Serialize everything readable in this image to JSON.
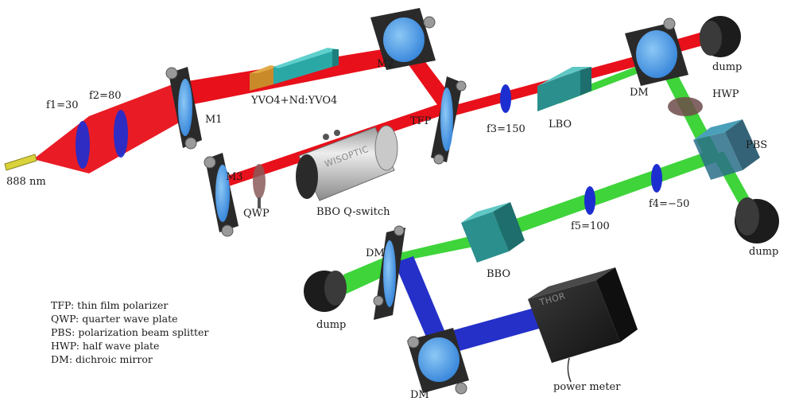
{
  "diagram": {
    "laser_source": "888 nm",
    "lenses": {
      "f1": "f1=30",
      "f2": "f2=80",
      "f3": "f3=150",
      "f4": "f4=−50",
      "f5": "f5=100"
    },
    "components": {
      "m1": "M1",
      "m2": "M2",
      "m3": "M3",
      "gain_crystal": "YVO4+Nd:YVO4",
      "tfp": "TFP",
      "qwp": "QWP",
      "q_switch": "BBO Q-switch",
      "q_switch_brand": "WISOPTIC",
      "lbo": "LBO",
      "dm_top": "DM",
      "hwp": "HWP",
      "pbs": "PBS",
      "bbo": "BBO",
      "dm_middle": "DM",
      "dm_bottom": "DM",
      "dump_top": "dump",
      "dump_right": "dump",
      "dump_left": "dump",
      "power_meter": "power meter",
      "power_meter_brand": "THOR"
    },
    "legend": [
      "TFP: thin film polarizer",
      "QWP: quarter wave plate",
      "PBS: polarization beam splitter",
      "HWP: half wave plate",
      "DM: dichroic mirror"
    ],
    "colors": {
      "ir_beam": "#e8101a",
      "green_beam": "#3ed43a",
      "blue_beam": "#2430c8",
      "optic_blue": "#3f9be8",
      "lens_blue": "#1d2ed0",
      "crystal_teal": "#2aa8a6",
      "dump_black": "#1c1c1c"
    }
  }
}
